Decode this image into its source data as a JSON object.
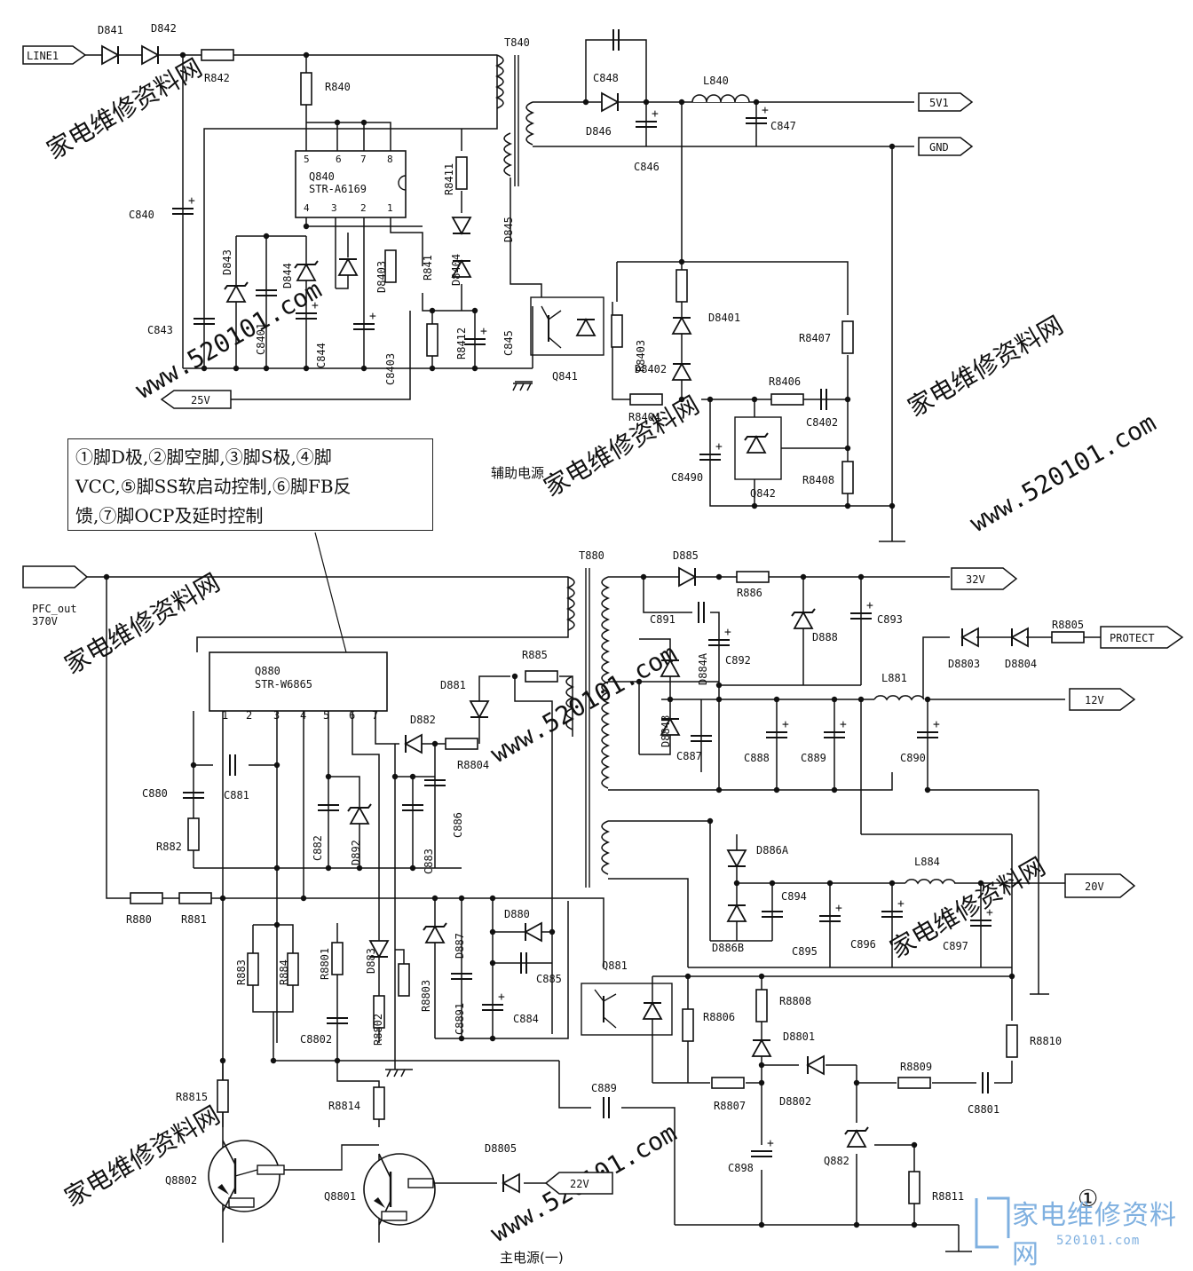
{
  "pins_note": [
    "①脚D极,②脚空脚,③脚S极,④脚",
    "VCC,⑤脚SS软启动控制,⑥脚FB反",
    "馈,⑦脚OCP及延时控制"
  ],
  "captions": {
    "aux": "辅助电源",
    "main": "主电源(一)",
    "page_mark": "①"
  },
  "logo": {
    "title": "家电维修资料网",
    "url": "520101.com"
  },
  "watermarks": [
    "家电维修资料网",
    "www.520101.com"
  ],
  "ports": {
    "line1": "LINE1",
    "v5": "5V1",
    "gnd": "GND",
    "v25": "25V",
    "pfc": "PFC_out",
    "pfc_v": "370V",
    "v32": "32V",
    "protect": "PROTECT",
    "v12": "12V",
    "v20": "20V",
    "v22": "22V"
  },
  "ic_q840": {
    "ref": "Q840",
    "part": "STR-A6169",
    "pins_top": [
      "5",
      "6",
      "7",
      "8"
    ],
    "pins_bottom": [
      "4",
      "3",
      "2",
      "1"
    ]
  },
  "ic_q880": {
    "ref": "Q880",
    "part": "STR-W6865",
    "pins": [
      "1",
      "2",
      "3",
      "4",
      "5",
      "6",
      "7"
    ]
  },
  "refs": {
    "D841": "D841",
    "D842": "D842",
    "R842": "R842",
    "R840": "R840",
    "T840": "T840",
    "C848": "C848",
    "L840": "L840",
    "D846": "D846",
    "C846": "C846",
    "C847": "C847",
    "C840": "C840",
    "C843": "C843",
    "D843": "D843",
    "C8401": "C8401",
    "D844": "D844",
    "C844": "C844",
    "D8403": "D8403",
    "C8403": "C8403",
    "R841": "R841",
    "R8411": "R8411",
    "D845": "D845",
    "D8404": "D8404",
    "R8412": "R8412",
    "C845": "C845",
    "Q841": "Q841",
    "R8403": "R8403",
    "D8401": "D8401",
    "D8402": "D8402",
    "R8404": "R8404",
    "R8406": "R8406",
    "R8407": "R8407",
    "C8402": "C8402",
    "C8490": "C8490",
    "R8408": "R8408",
    "Q842": "Q842",
    "T880": "T880",
    "D885": "D885",
    "R886": "R886",
    "C891": "C891",
    "C892": "C892",
    "D884A": "D884A",
    "D884B": "D884B",
    "D888": "D888",
    "C893": "C893",
    "D8803": "D8803",
    "D8804": "D8804",
    "R8805": "R8805",
    "L881": "L881",
    "C887": "C887",
    "C888": "C888",
    "C889a": "C889",
    "C890": "C890",
    "R885": "R885",
    "D881": "D881",
    "D882": "D882",
    "R8804": "R8804",
    "C880": "C880",
    "C881": "C881",
    "R882": "R882",
    "C882": "C882",
    "D892": "D892",
    "C883": "C883",
    "C886": "C886",
    "R880": "R880",
    "R881": "R881",
    "D886A": "D886A",
    "D886B": "D886B",
    "L884": "L884",
    "C894": "C894",
    "C895": "C895",
    "C896": "C896",
    "C897": "C897",
    "R883": "R883",
    "R884": "R884",
    "R8801": "R8801",
    "D883": "D883",
    "R8803": "R8803",
    "D887": "D887",
    "D880": "D880",
    "C8891": "C8891",
    "C885": "C885",
    "C884": "C884",
    "C8802": "C8802",
    "R8802": "R8802",
    "Q881": "Q881",
    "R8806": "R8806",
    "R8808": "R8808",
    "D8801": "D8801",
    "D8802": "D8802",
    "R8809": "R8809",
    "R8810": "R8810",
    "R8807": "R8807",
    "C8801": "C8801",
    "C889b": "C889",
    "C898": "C898",
    "Q882": "Q882",
    "R8811": "R8811",
    "R8815": "R8815",
    "R8814": "R8814",
    "D8805": "D8805",
    "Q8802": "Q8802",
    "Q8801": "Q8801"
  }
}
